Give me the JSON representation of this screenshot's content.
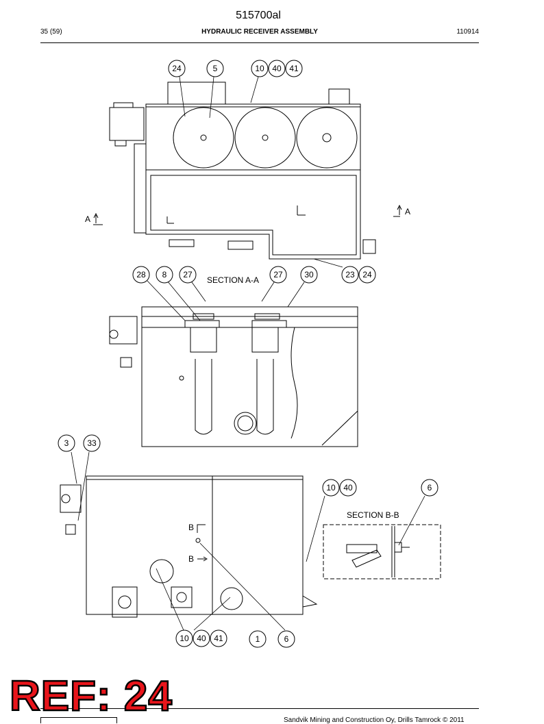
{
  "header": {
    "doc_code": "515700al",
    "page": "35 (59)",
    "title": "HYDRAULIC RECEIVER ASSEMBLY",
    "date": "110914"
  },
  "footer": {
    "copyright": "Sandvik Mining and Construction Oy, Drills Tamrock © 2011"
  },
  "stamp": {
    "text": "REF: 24",
    "color": "#e8151b"
  },
  "views": {
    "top": {
      "balloons": [
        "24",
        "5",
        "10",
        "40",
        "41",
        "23",
        "24"
      ],
      "section_mark_left": "A",
      "section_mark_right": "A"
    },
    "section_a": {
      "title": "SECTION A-A",
      "balloons": [
        "28",
        "8",
        "27",
        "27",
        "30"
      ]
    },
    "front": {
      "balloons": [
        "3",
        "33",
        "10",
        "40",
        "41",
        "1",
        "6"
      ],
      "section_mark_top": "B",
      "section_mark_bottom": "B"
    },
    "section_b": {
      "title": "SECTION B-B",
      "balloons": [
        "10",
        "40",
        "6"
      ]
    }
  }
}
